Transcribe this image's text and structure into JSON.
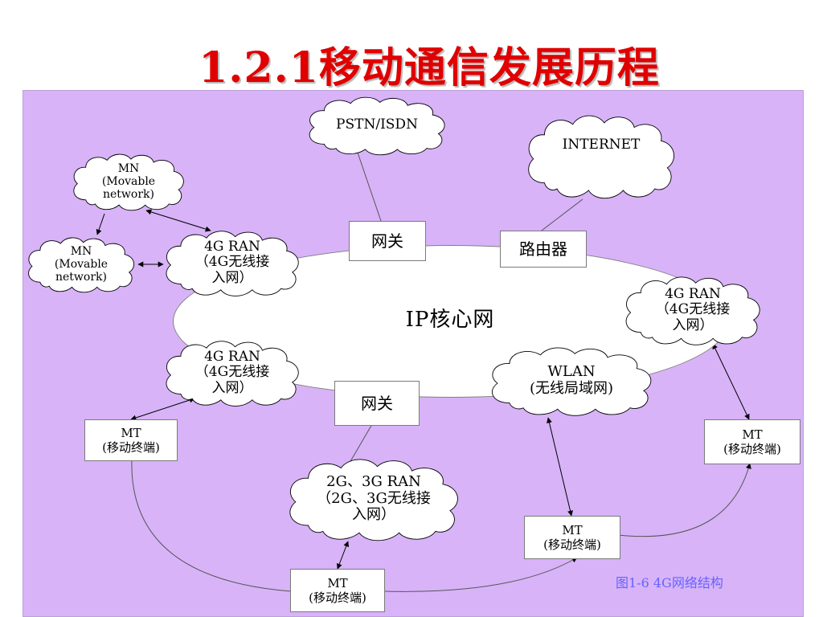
{
  "title": "1.2.1移动通信发展历程",
  "core_network": "IP核心网",
  "clouds": {
    "pstn": [
      "PSTN/ISDN"
    ],
    "internet": [
      "INTERNET"
    ],
    "mn_top": [
      "MN",
      "(Movable",
      "network)"
    ],
    "mn_left": [
      "MN",
      "(Movable",
      "network)"
    ],
    "ran_upper_left": [
      "4G RAN",
      "（4G无线接",
      "入网）"
    ],
    "ran_lower_left": [
      "4G RAN",
      "（4G无线接",
      "入网）"
    ],
    "ran_right": [
      "4G RAN",
      "（4G无线接",
      "入网）"
    ],
    "wlan": [
      "WLAN",
      "(无线局域网)"
    ],
    "ran_2g3g": [
      "2G、3G RAN",
      "（2G、3G无线接",
      "入网）"
    ]
  },
  "boxes": {
    "gateway_top": [
      "网关"
    ],
    "router": [
      "路由器"
    ],
    "gateway_bottom": [
      "网关"
    ],
    "mt_left": [
      "MT",
      "(移动终端)"
    ],
    "mt_right": [
      "MT",
      "(移动终端)"
    ],
    "mt_bottom_mid": [
      "MT",
      "(移动终端)"
    ],
    "mt_bottom_center": [
      "MT",
      "(移动终端)"
    ]
  },
  "caption": "图1-6  4G网络结构",
  "colors": {
    "title": "#e00000",
    "background": "#d8b3f8",
    "caption": "#6464ff"
  }
}
